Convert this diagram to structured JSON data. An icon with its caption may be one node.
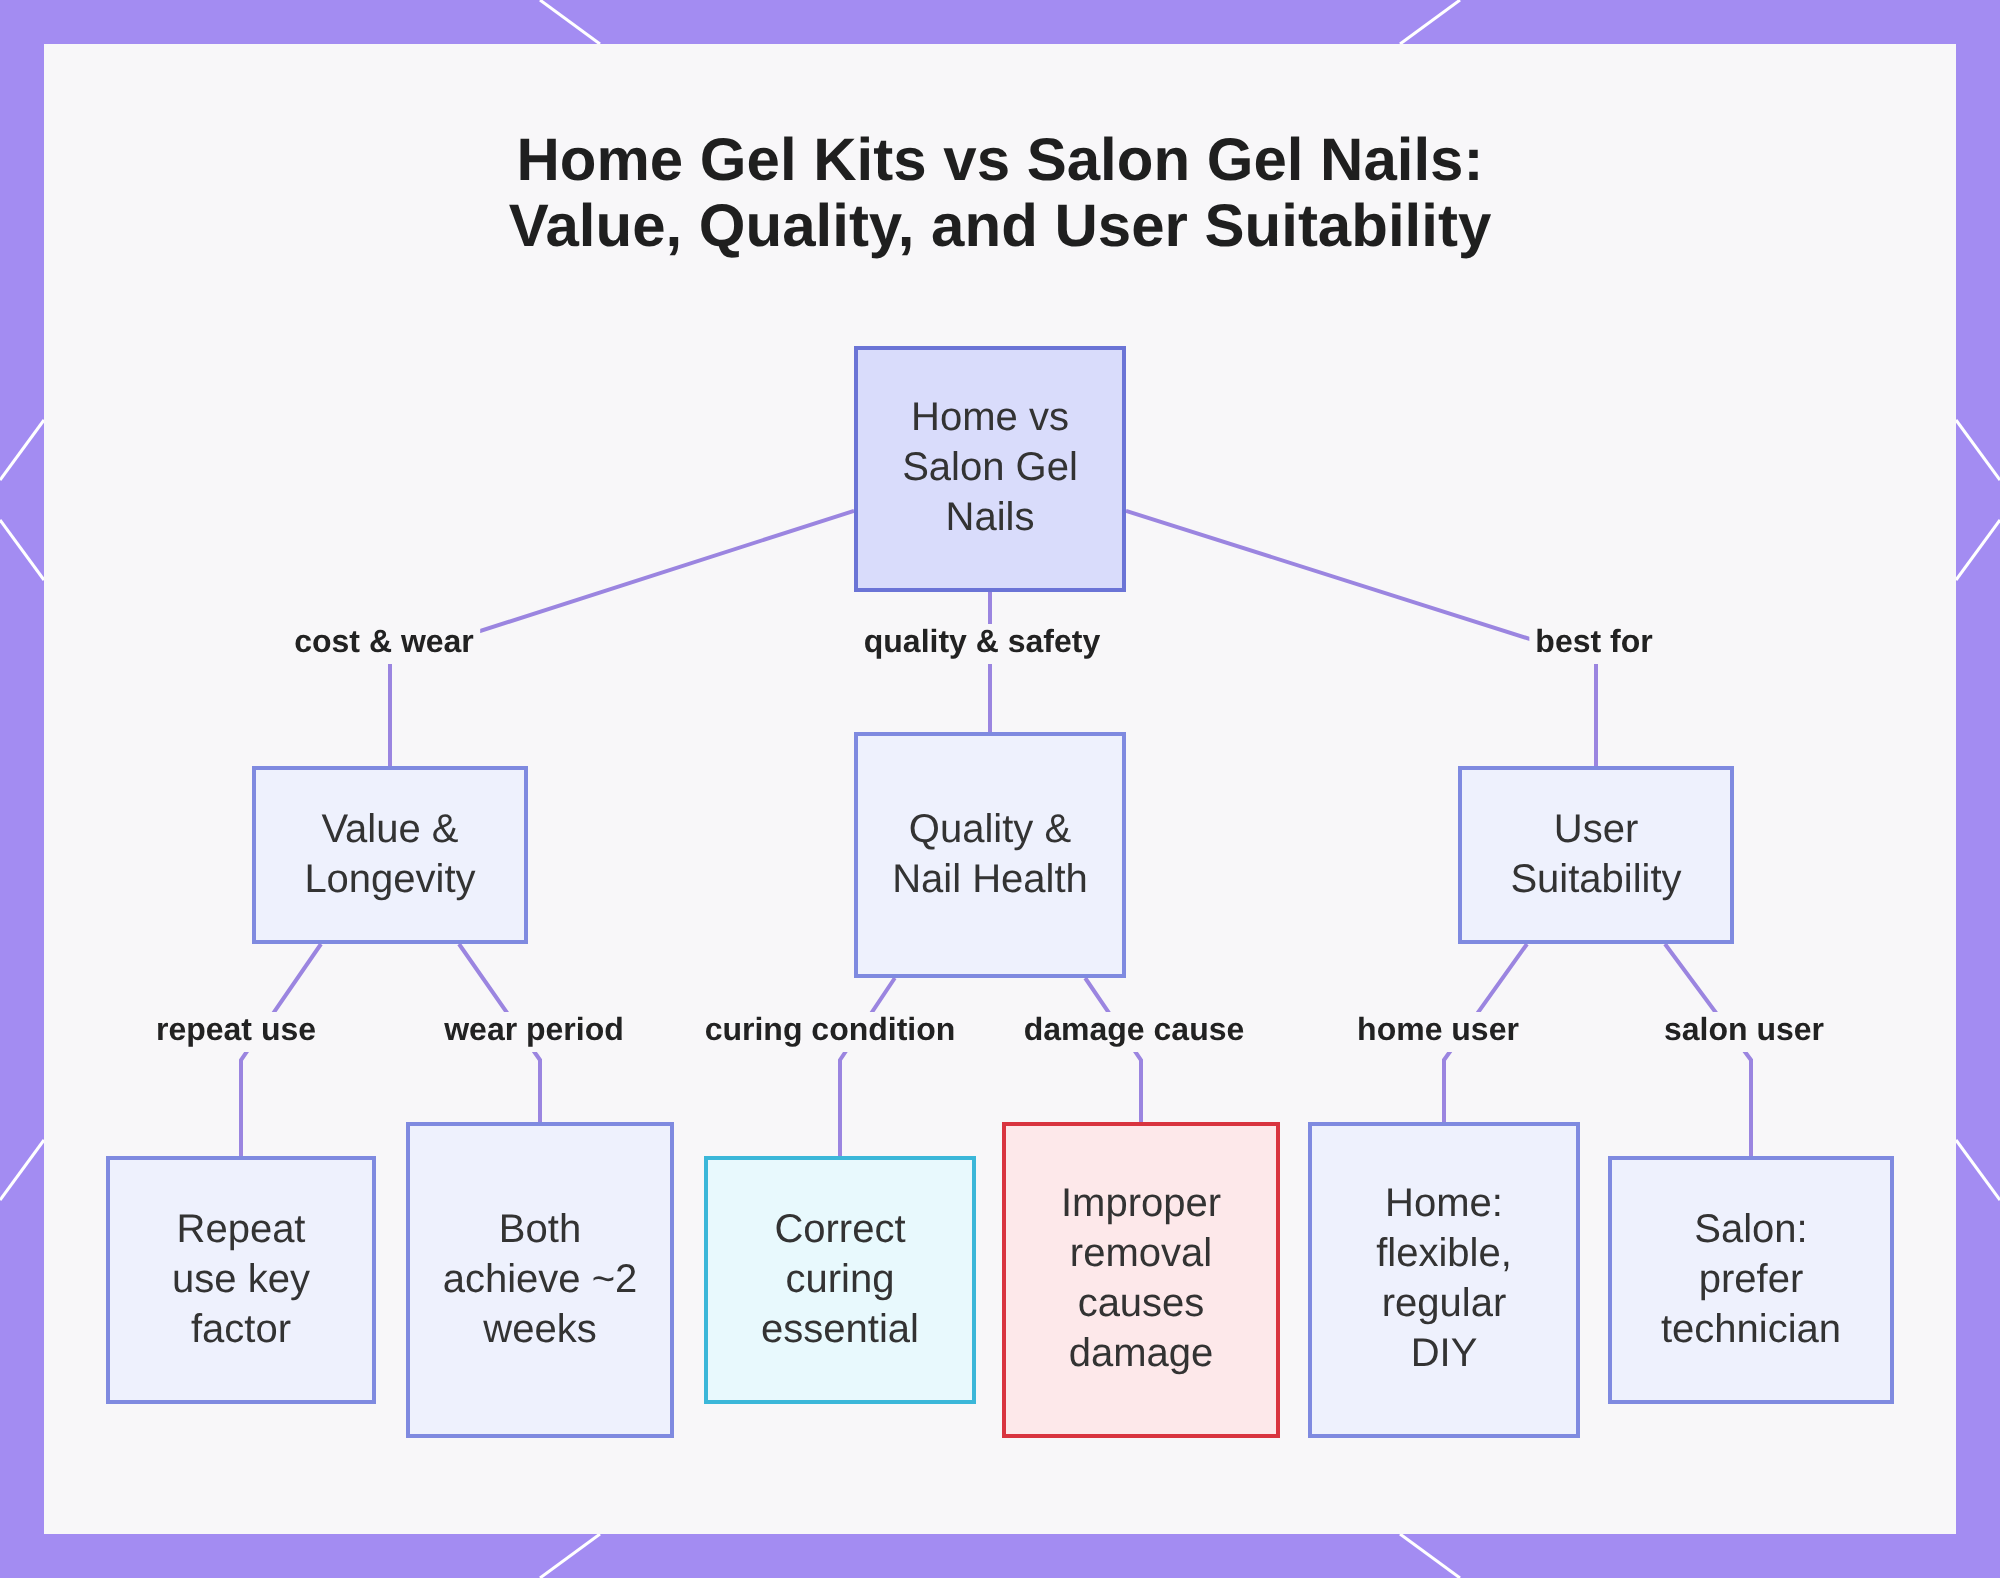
{
  "diagram": {
    "title": "Home Gel Kits vs Salon Gel Nails: Value, Quality, and User Suitability",
    "nodes": [
      {
        "text": [
          "Home vs Salon Gel Nails"
        ]
      },
      {
        "text": [
          "Value & Longevity"
        ]
      },
      {
        "text": [
          "Quality & Nail Health"
        ]
      },
      {
        "text": [
          "User Suitability"
        ]
      },
      {
        "text": [
          "Repeat use key factor"
        ]
      },
      {
        "text": [
          "Both achieve ~2 weeks"
        ]
      },
      {
        "text": [
          "Correct curing essential"
        ]
      },
      {
        "text": [
          "Improper removal causes damage"
        ]
      },
      {
        "text": [
          "Home: flexible, regular DIY"
        ]
      },
      {
        "text": [
          "Salon: prefer technician"
        ]
      }
    ],
    "edges": [
      {
        "from": 0,
        "to": 1,
        "arrow": "none",
        "label": "cost & wear"
      },
      {
        "from": 0,
        "to": 2,
        "arrow": "none",
        "label": "quality & safety"
      },
      {
        "from": 0,
        "to": 3,
        "arrow": "none",
        "label": "best for"
      },
      {
        "from": 1,
        "to": 4,
        "arrow": "none",
        "label": "repeat use"
      },
      {
        "from": 1,
        "to": 5,
        "arrow": "none",
        "label": "wear period"
      },
      {
        "from": 2,
        "to": 6,
        "arrow": "none",
        "label": "curing condition"
      },
      {
        "from": 2,
        "to": 7,
        "arrow": "none",
        "label": "damage cause"
      },
      {
        "from": 3,
        "to": 8,
        "arrow": "none",
        "label": "home user"
      },
      {
        "from": 3,
        "to": 9,
        "arrow": "none",
        "label": "salon user"
      }
    ]
  }
}
